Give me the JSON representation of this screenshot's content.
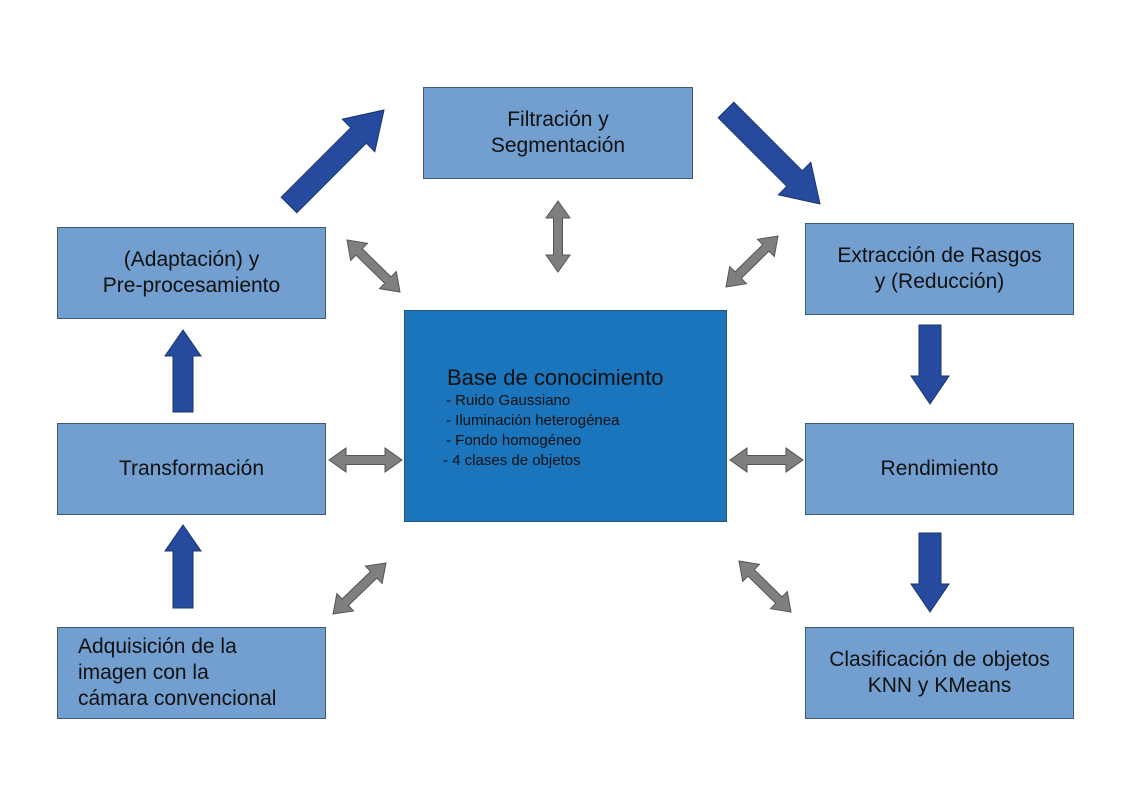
{
  "boxes": {
    "filtracion": [
      "Filtración y",
      "Segmentación"
    ],
    "adaptacion": [
      "(Adaptación) y",
      "Pre-procesamiento"
    ],
    "extraccion": [
      "Extracción de Rasgos",
      "y (Reducción)"
    ],
    "transformacion": [
      "Transformación"
    ],
    "rendimiento": [
      "Rendimiento"
    ],
    "adquisicion": [
      "Adquisición de la",
      "imagen con la",
      "cámara convencional"
    ],
    "clasificacion": [
      "Clasificación de objetos",
      "KNN y KMeans"
    ]
  },
  "knowledge_base": {
    "title": "Base de conocimiento",
    "items": [
      " - Ruido Gaussiano",
      " - Iluminación heterogénea",
      " - Fondo homogéneo",
      "- 4 clases de objetos"
    ]
  },
  "colors": {
    "box_fill": "#729fcf",
    "center_fill": "#1b75bc",
    "flow_arrow": "#264b9e",
    "link_arrow": "#7f7f7f"
  }
}
